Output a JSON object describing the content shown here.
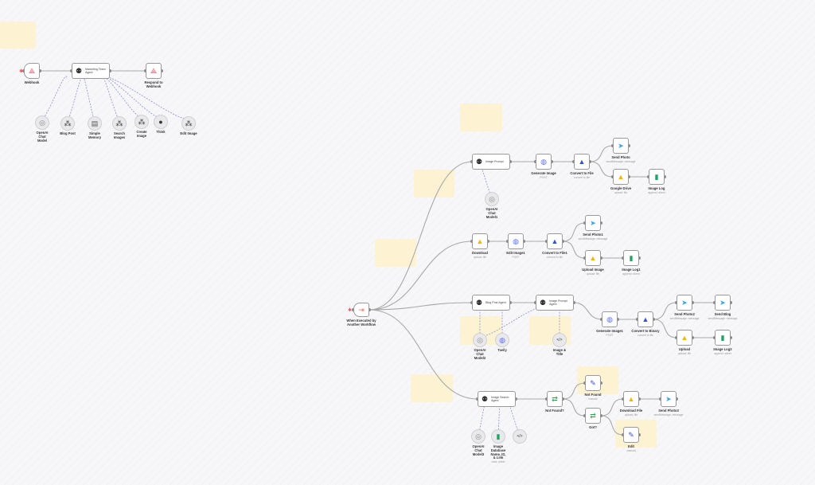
{
  "colors": {
    "sticky": "#fdf3d3",
    "accent": "#ff6d5a",
    "telegram": "#3aa3e3",
    "sheets": "#1fa463",
    "http": "#5b6ef5",
    "edge": "#a8a8a8",
    "subEdge": "#8b8fd6"
  },
  "nodes": [
    {
      "id": "webhook",
      "label": "Webhook",
      "sub": "",
      "icon": "webhook-icon",
      "kind": "trigger"
    },
    {
      "id": "mta",
      "label": "Marketing Team Agent",
      "sub": "",
      "icon": "agent-icon",
      "kind": "agent"
    },
    {
      "id": "respond",
      "label": "Respond to Webhook",
      "sub": "",
      "icon": "webhook-icon",
      "kind": "box"
    },
    {
      "id": "c_oai0",
      "label": "OpenAI Chat Model",
      "sub": "",
      "icon": "openai-icon",
      "kind": "circle"
    },
    {
      "id": "c_blog",
      "label": "Blog Post",
      "sub": "",
      "icon": "workflow-icon",
      "kind": "circle"
    },
    {
      "id": "c_mem",
      "label": "Simple Memory",
      "sub": "",
      "icon": "memory-icon",
      "kind": "circle"
    },
    {
      "id": "c_search",
      "label": "Search Images",
      "sub": "",
      "icon": "workflow-icon",
      "kind": "circle"
    },
    {
      "id": "c_create",
      "label": "Create Image",
      "sub": "",
      "icon": "workflow-icon",
      "kind": "circle"
    },
    {
      "id": "c_think",
      "label": "Think",
      "sub": "",
      "icon": "think-icon",
      "kind": "circle"
    },
    {
      "id": "c_edit",
      "label": "Edit Image",
      "sub": "",
      "icon": "workflow-icon",
      "kind": "circle"
    },
    {
      "id": "trigger",
      "label": "When Executed by Another Workflow",
      "sub": "",
      "icon": "execute-trigger-icon",
      "kind": "trigger"
    },
    {
      "id": "ip",
      "label": "Image Prompt",
      "sub": "",
      "icon": "agent-icon",
      "kind": "agent",
      "inner": true
    },
    {
      "id": "gen",
      "label": "Generate Image",
      "sub": "POST",
      "icon": "http-icon",
      "kind": "box"
    },
    {
      "id": "conv",
      "label": "Convert to File",
      "sub": "convert to file",
      "icon": "convert-icon",
      "kind": "box"
    },
    {
      "id": "sp",
      "label": "Send Photo",
      "sub": "sendMessage: message",
      "icon": "telegram-icon",
      "kind": "box"
    },
    {
      "id": "gd",
      "label": "Google Drive",
      "sub": "upload: file",
      "icon": "gdrive-icon",
      "kind": "box"
    },
    {
      "id": "log",
      "label": "Image Log",
      "sub": "append: sheet",
      "icon": "sheets-icon",
      "kind": "box"
    },
    {
      "id": "c_oai1",
      "label": "OpenAI Chat Model1",
      "sub": "",
      "icon": "openai-icon",
      "kind": "circle"
    },
    {
      "id": "dl",
      "label": "Download",
      "sub": "upload: file",
      "icon": "gdrive-icon",
      "kind": "box"
    },
    {
      "id": "edit1",
      "label": "Edit Image1",
      "sub": "POST",
      "icon": "http-icon",
      "kind": "box"
    },
    {
      "id": "conv1",
      "label": "Convert to File1",
      "sub": "convert to file",
      "icon": "convert-icon",
      "kind": "box"
    },
    {
      "id": "sp1",
      "label": "Send Photo1",
      "sub": "sendMessage: message",
      "icon": "telegram-icon",
      "kind": "box"
    },
    {
      "id": "up",
      "label": "Upload Image",
      "sub": "upload: file",
      "icon": "gdrive-icon",
      "kind": "box"
    },
    {
      "id": "log1",
      "label": "Image Log1",
      "sub": "append: sheet",
      "icon": "sheets-icon",
      "kind": "box"
    },
    {
      "id": "bpa",
      "label": "Blog Post Agent",
      "sub": "",
      "icon": "agent-icon",
      "kind": "agent",
      "inner": true
    },
    {
      "id": "ipa",
      "label": "Image Prompt Agent",
      "sub": "",
      "icon": "agent-icon",
      "kind": "agent",
      "inner": true
    },
    {
      "id": "gen1",
      "label": "Generate Image1",
      "sub": "POST",
      "icon": "http-icon",
      "kind": "box"
    },
    {
      "id": "cb",
      "label": "Convert to Binary",
      "sub": "convert to file",
      "icon": "convert-icon",
      "kind": "box"
    },
    {
      "id": "sp2",
      "label": "Send Photo2",
      "sub": "sendMessage: message",
      "icon": "telegram-icon",
      "kind": "box"
    },
    {
      "id": "sb",
      "label": "Send Blog",
      "sub": "sendMessage: message",
      "icon": "telegram-icon",
      "kind": "box"
    },
    {
      "id": "upl",
      "label": "Upload",
      "sub": "upload: file",
      "icon": "gdrive-icon",
      "kind": "box"
    },
    {
      "id": "log2",
      "label": "Image Log2",
      "sub": "append: sheet",
      "icon": "sheets-icon",
      "kind": "box"
    },
    {
      "id": "c_oai2",
      "label": "OpenAI Chat Model2",
      "sub": "",
      "icon": "openai-icon",
      "kind": "circle"
    },
    {
      "id": "c_tav",
      "label": "Tavily",
      "sub": "",
      "icon": "http-icon",
      "kind": "circle"
    },
    {
      "id": "c_it",
      "label": "Image & Title",
      "sub": "",
      "icon": "code-icon",
      "kind": "circle"
    },
    {
      "id": "isa",
      "label": "Image Search Agent",
      "sub": "",
      "icon": "agent-icon",
      "kind": "agent",
      "inner": true
    },
    {
      "id": "nfq",
      "label": "Not Found?",
      "sub": "",
      "icon": "if-icon",
      "kind": "box"
    },
    {
      "id": "nf",
      "label": "Not Found",
      "sub": "manual",
      "icon": "pencil-icon",
      "kind": "box"
    },
    {
      "id": "got",
      "label": "Got?",
      "sub": "",
      "icon": "if-icon",
      "kind": "box"
    },
    {
      "id": "dlf",
      "label": "Download File",
      "sub": "upload: file",
      "icon": "gdrive-icon",
      "kind": "box"
    },
    {
      "id": "sp3",
      "label": "Send Photo3",
      "sub": "sendMessage: message",
      "icon": "telegram-icon",
      "kind": "box"
    },
    {
      "id": "edit",
      "label": "Edit",
      "sub": "manual",
      "icon": "pencil-icon",
      "kind": "box"
    },
    {
      "id": "c_oai3",
      "label": "OpenAI Chat Model3",
      "sub": "",
      "icon": "openai-icon",
      "kind": "circle"
    },
    {
      "id": "c_idb",
      "label": "Image Database Name, ID, & Link",
      "sub": "read: sheet",
      "icon": "sheets-icon",
      "kind": "circle"
    },
    {
      "id": "c_code",
      "label": "",
      "sub": "",
      "icon": "code-icon",
      "kind": "circle"
    }
  ]
}
